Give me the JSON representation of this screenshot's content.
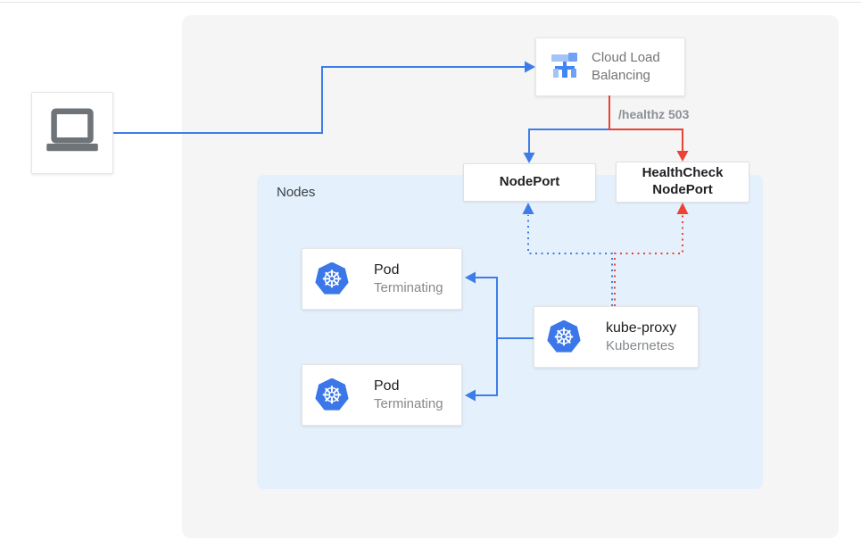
{
  "diagram": {
    "title_hint": "Kubernetes load balancing health check diagram",
    "client": {
      "icon": "laptop-icon"
    },
    "cloud_load_balancing": {
      "label": "Cloud Load Balancing",
      "icon": "load-balancer-icon"
    },
    "edge_label": "/healthz 503",
    "nodes_group": {
      "label": "Nodes"
    },
    "nodeport": {
      "label": "NodePort"
    },
    "healthcheck_nodeport": {
      "label": "HealthCheck NodePort"
    },
    "pods": [
      {
        "title": "Pod",
        "status": "Terminating",
        "icon": "kubernetes-icon"
      },
      {
        "title": "Pod",
        "status": "Terminating",
        "icon": "kubernetes-icon"
      }
    ],
    "kube_proxy": {
      "title": "kube-proxy",
      "subtitle": "Kubernetes",
      "icon": "kubernetes-icon"
    },
    "kubernetes_wheel_glyph": "☸",
    "colors": {
      "traffic_blue": "#3e7de7",
      "health_red": "#ea4335",
      "nodes_background": "#e4f0fc",
      "panel_background": "#f5f5f6",
      "muted_text": "#757575"
    }
  }
}
